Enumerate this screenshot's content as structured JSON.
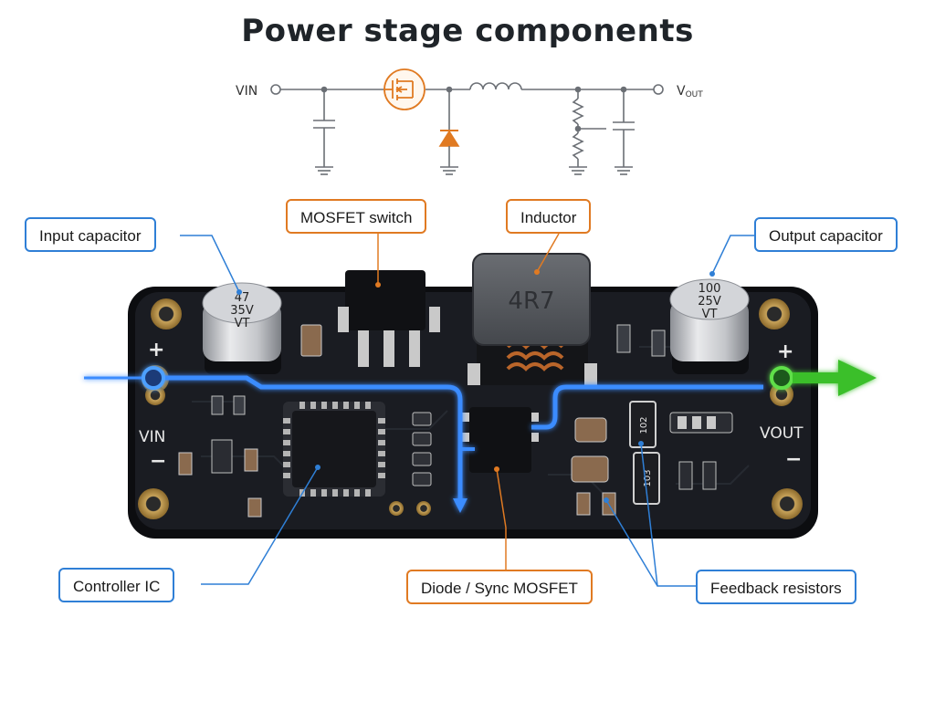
{
  "title": "Power stage components",
  "schematic": {
    "vin_label": "VIN",
    "vout_label": "V",
    "vout_subscript": "OUT"
  },
  "board": {
    "plus_left": "+",
    "minus_left": "−",
    "vin_label": "VIN",
    "plus_right": "+",
    "minus_right": "−",
    "vout_label": "VOUT",
    "input_cap": {
      "line1": "47",
      "line2": "35V",
      "line3": "VT"
    },
    "output_cap": {
      "line1": "100",
      "line2": "25V",
      "line3": "VT"
    },
    "inductor_marking": "4R7",
    "resistor_top": "102",
    "resistor_bottom": "103"
  },
  "callouts": {
    "input_capacitor": "Input capacitor",
    "mosfet_switch": "MOSFET switch",
    "inductor": "Inductor",
    "output_capacitor": "Output capacitor",
    "controller_ic": "Controller IC",
    "diode_sync_mosfet": "Diode / Sync MOSFET",
    "feedback_resistors": "Feedback resistors"
  },
  "colors": {
    "blue_accent": "#2f7fd6",
    "orange_accent": "#e07a22",
    "pcb": "#15171c",
    "current_path": "#3b8cff",
    "output_arrow": "#3bbf2a"
  }
}
